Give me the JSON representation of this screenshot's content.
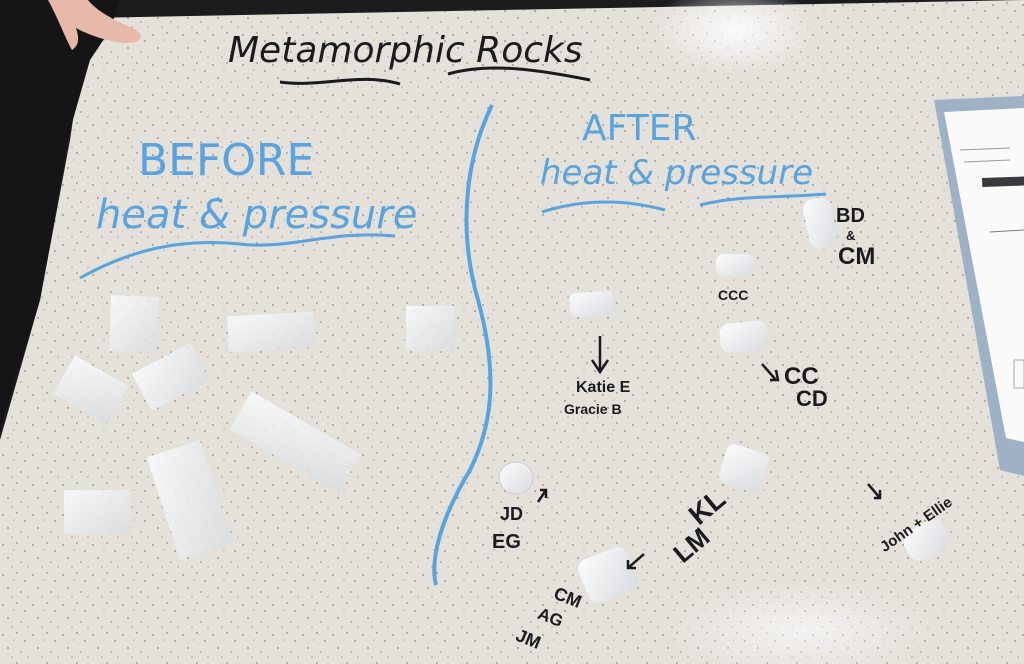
{
  "board": {
    "title": "Metamorphic Rocks",
    "left_heading_1": "BEFORE",
    "left_heading_2": "heat & pressure",
    "right_heading_1": "AFTER",
    "right_heading_2": "heat & pressure"
  },
  "labels": {
    "bd": "BD",
    "amp": "&",
    "cm": "CM",
    "ccc": "CCC",
    "cc": "CC",
    "cd": "CD",
    "katie": "Katie E",
    "gracie": "Gracie B",
    "jd": "JD",
    "eg": "EG",
    "kl": "KL",
    "lm": "LM",
    "cm2": "CM",
    "ag": "AG",
    "jm": "JM",
    "john": "John + Ellie"
  },
  "colors": {
    "table": "#e6e2dc",
    "marker_blue": "#5aa3dc",
    "marker_black": "#1b1b1f",
    "clay": "#f3f4f6"
  }
}
